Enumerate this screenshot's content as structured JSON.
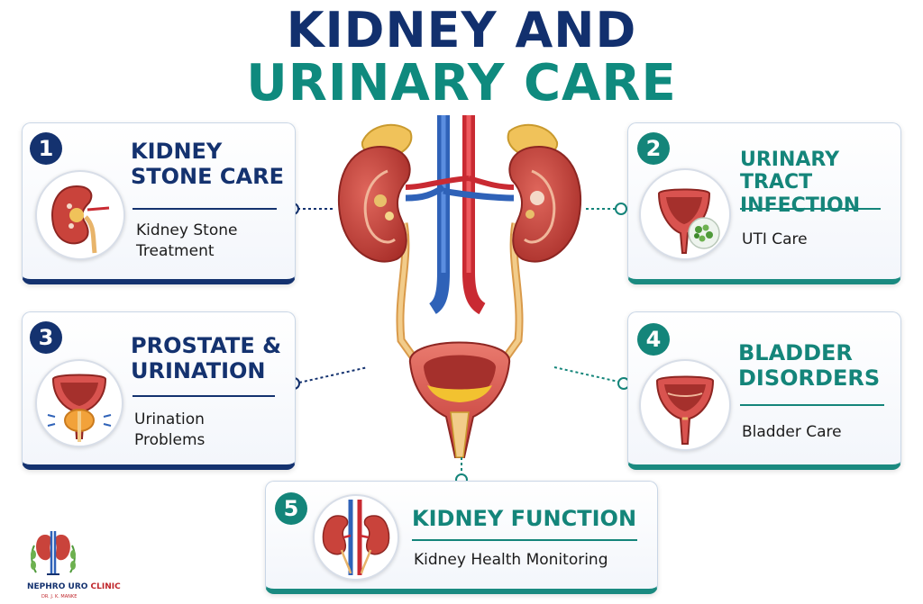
{
  "title": {
    "line1": "KIDNEY AND",
    "line2": "URINARY CARE"
  },
  "cards": [
    {
      "number": "1",
      "heading": [
        "KIDNEY",
        "STONE CARE"
      ],
      "text": [
        "Kidney Stone",
        "Treatment"
      ]
    },
    {
      "number": "2",
      "heading": [
        "URINARY TRACT",
        "INFECTION"
      ],
      "text": [
        "UTI Care"
      ]
    },
    {
      "number": "3",
      "heading": [
        "PROSTATE &",
        "URINATION"
      ],
      "text": [
        "Urination",
        "Problems"
      ]
    },
    {
      "number": "4",
      "heading": [
        "BLADDER",
        "DISORDERS"
      ],
      "text": [
        "Bladder Care"
      ]
    },
    {
      "number": "5",
      "heading": [
        "KIDNEY FUNCTION"
      ],
      "text": [
        "Kidney Health Monitoring"
      ]
    }
  ],
  "logo": {
    "name_a": "NEPHRO URO",
    "name_b": " CLINIC",
    "tagline": "DR. J. K. MANKE"
  },
  "colors": {
    "navy": "#14326f",
    "teal": "#14857a",
    "kidney": "#c9433b",
    "artery": "#d8323a",
    "vein": "#3a6fc6",
    "ureter": "#e8b46a",
    "adrenal": "#f0c25a",
    "bladder": "#d9534f",
    "urine": "#f2c230"
  }
}
